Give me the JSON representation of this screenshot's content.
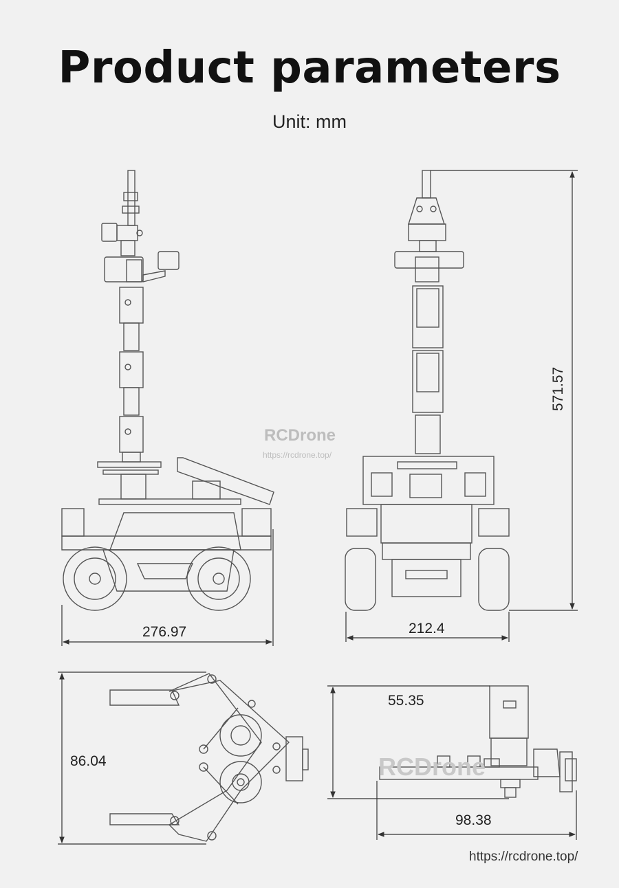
{
  "title": "Product parameters",
  "unit": "Unit:  mm",
  "dimensions": {
    "side_length": "276.97",
    "front_width": "212.4",
    "height": "571.57",
    "gripper_height": "86.04",
    "gripper_side_height": "55.35",
    "gripper_side_length": "98.38"
  },
  "watermark": {
    "brand": "RCDrone",
    "url": "https://rcdrone.top/"
  },
  "footer_url": "https://rcdrone.top/",
  "colors": {
    "background": "#f1f1f1",
    "line": "#555555",
    "dimension_line": "#333333"
  }
}
